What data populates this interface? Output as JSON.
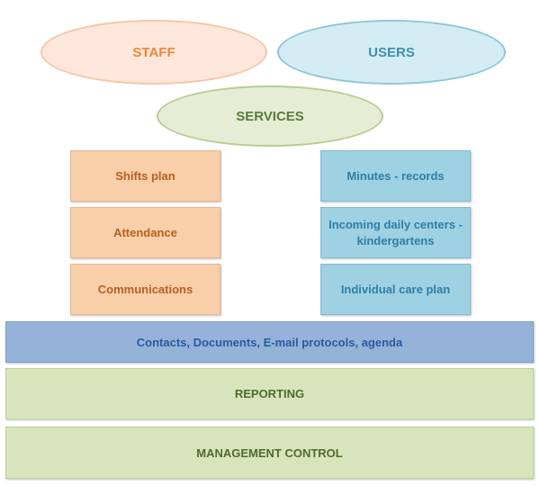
{
  "ellipses": {
    "staff": "STAFF",
    "users": "USERS",
    "services": "SERVICES"
  },
  "staff_boxes": [
    "Shifts plan",
    "Attendance",
    "Communications"
  ],
  "user_boxes": [
    "Minutes - records",
    "Incoming daily centers - kindergartens",
    "Individual care plan"
  ],
  "bars": {
    "contacts": "Contacts, Documents, E-mail protocols, agenda",
    "reporting": "REPORTING",
    "management": "MANAGEMENT CONTROL"
  },
  "colors": {
    "staff": "#f0883a",
    "users": "#3f8fb0",
    "services": "#5a7a3c",
    "orange_box": "#f8cfa8",
    "blue_box": "#9ed1e2",
    "contacts_bar": "#95b3d9",
    "green_bar": "#d8e5bc"
  }
}
